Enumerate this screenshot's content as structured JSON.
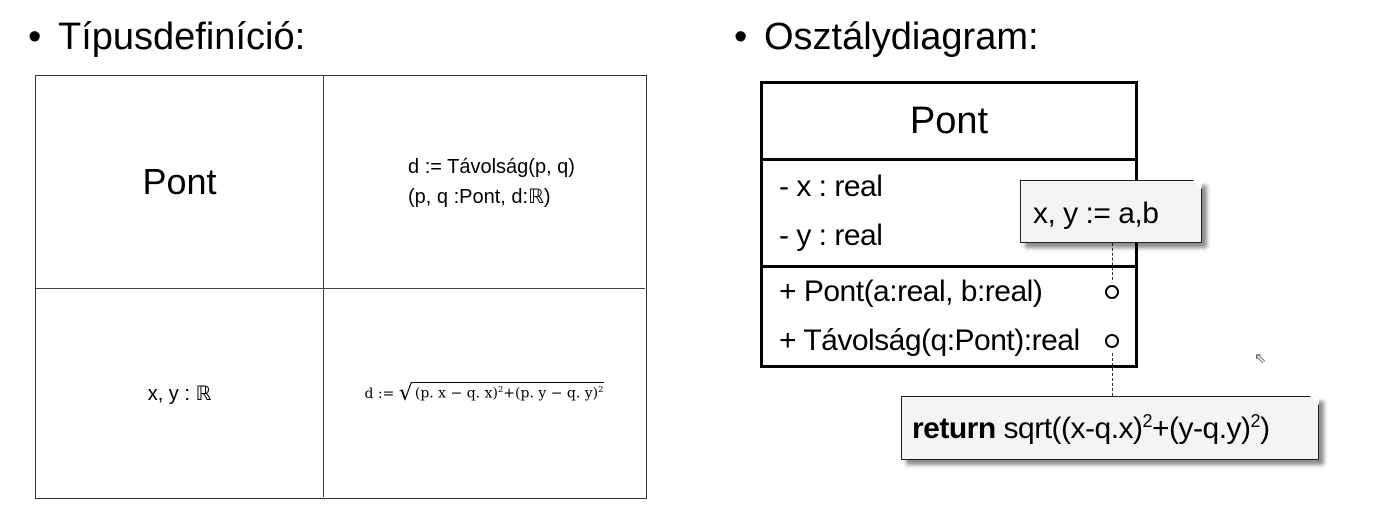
{
  "headings": {
    "left": "Típusdefiníció:",
    "right": "Osztálydiagram:"
  },
  "type_definition": {
    "type_name": "Pont",
    "operation_line1": "d := Távolság(p, q)",
    "operation_line2": "(p, q :Pont, d:ℝ)",
    "attributes": "x, y : ℝ",
    "formula_prefix": "d := ",
    "formula_radicand_a": "(p. x − q. x)",
    "formula_exp_a": "2",
    "formula_plus": "+",
    "formula_radicand_b": "(p. y − q. y)",
    "formula_exp_b": "2"
  },
  "class_diagram": {
    "class_name": "Pont",
    "attributes": [
      "- x : real",
      "- y : real"
    ],
    "operations": [
      "+ Pont(a:real, b:real)",
      "+ Távolság(q:Pont):real"
    ],
    "note_constructor": "x, y := a,b",
    "note_distance": {
      "keyword": "return",
      "text_a": " sqrt((x-q.x)",
      "exp_a": "2",
      "text_b": "+(y-q.y)",
      "exp_b": "2",
      "text_c": ")"
    }
  }
}
